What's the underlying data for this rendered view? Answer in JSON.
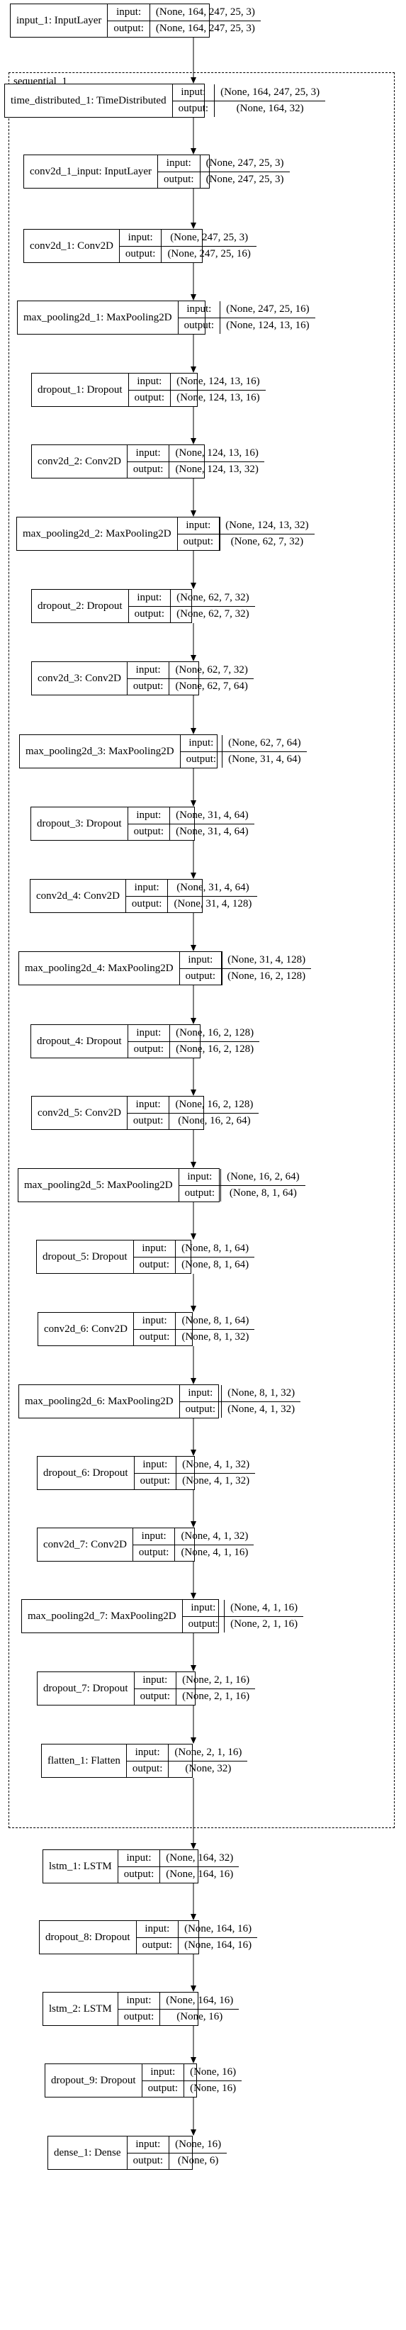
{
  "cluster_label": "sequential_1",
  "port_labels": {
    "input": "input:",
    "output": "output:"
  },
  "nodes": [
    {
      "name": "input_1: InputLayer",
      "input": "(None, 164, 247, 25, 3)",
      "output": "(None, 164, 247, 25, 3)"
    },
    {
      "name": "time_distributed_1: TimeDistributed",
      "input": "(None, 164, 247, 25, 3)",
      "output": "(None, 164, 32)"
    },
    {
      "name": "conv2d_1_input: InputLayer",
      "input": "(None, 247, 25, 3)",
      "output": "(None, 247, 25, 3)"
    },
    {
      "name": "conv2d_1: Conv2D",
      "input": "(None, 247, 25, 3)",
      "output": "(None, 247, 25, 16)"
    },
    {
      "name": "max_pooling2d_1: MaxPooling2D",
      "input": "(None, 247, 25, 16)",
      "output": "(None, 124, 13, 16)"
    },
    {
      "name": "dropout_1: Dropout",
      "input": "(None, 124, 13, 16)",
      "output": "(None, 124, 13, 16)"
    },
    {
      "name": "conv2d_2: Conv2D",
      "input": "(None, 124, 13, 16)",
      "output": "(None, 124, 13, 32)"
    },
    {
      "name": "max_pooling2d_2: MaxPooling2D",
      "input": "(None, 124, 13, 32)",
      "output": "(None, 62, 7, 32)"
    },
    {
      "name": "dropout_2: Dropout",
      "input": "(None, 62, 7, 32)",
      "output": "(None, 62, 7, 32)"
    },
    {
      "name": "conv2d_3: Conv2D",
      "input": "(None, 62, 7, 32)",
      "output": "(None, 62, 7, 64)"
    },
    {
      "name": "max_pooling2d_3: MaxPooling2D",
      "input": "(None, 62, 7, 64)",
      "output": "(None, 31, 4, 64)"
    },
    {
      "name": "dropout_3: Dropout",
      "input": "(None, 31, 4, 64)",
      "output": "(None, 31, 4, 64)"
    },
    {
      "name": "conv2d_4: Conv2D",
      "input": "(None, 31, 4, 64)",
      "output": "(None, 31, 4, 128)"
    },
    {
      "name": "max_pooling2d_4: MaxPooling2D",
      "input": "(None, 31, 4, 128)",
      "output": "(None, 16, 2, 128)"
    },
    {
      "name": "dropout_4: Dropout",
      "input": "(None, 16, 2, 128)",
      "output": "(None, 16, 2, 128)"
    },
    {
      "name": "conv2d_5: Conv2D",
      "input": "(None, 16, 2, 128)",
      "output": "(None, 16, 2, 64)"
    },
    {
      "name": "max_pooling2d_5: MaxPooling2D",
      "input": "(None, 16, 2, 64)",
      "output": "(None, 8, 1, 64)"
    },
    {
      "name": "dropout_5: Dropout",
      "input": "(None, 8, 1, 64)",
      "output": "(None, 8, 1, 64)"
    },
    {
      "name": "conv2d_6: Conv2D",
      "input": "(None, 8, 1, 64)",
      "output": "(None, 8, 1, 32)"
    },
    {
      "name": "max_pooling2d_6: MaxPooling2D",
      "input": "(None, 8, 1, 32)",
      "output": "(None, 4, 1, 32)"
    },
    {
      "name": "dropout_6: Dropout",
      "input": "(None, 4, 1, 32)",
      "output": "(None, 4, 1, 32)"
    },
    {
      "name": "conv2d_7: Conv2D",
      "input": "(None, 4, 1, 32)",
      "output": "(None, 4, 1, 16)"
    },
    {
      "name": "max_pooling2d_7: MaxPooling2D",
      "input": "(None, 4, 1, 16)",
      "output": "(None, 2, 1, 16)"
    },
    {
      "name": "dropout_7: Dropout",
      "input": "(None, 2, 1, 16)",
      "output": "(None, 2, 1, 16)"
    },
    {
      "name": "flatten_1: Flatten",
      "input": "(None, 2, 1, 16)",
      "output": "(None, 32)"
    },
    {
      "name": "lstm_1: LSTM",
      "input": "(None, 164, 32)",
      "output": "(None, 164, 16)"
    },
    {
      "name": "dropout_8: Dropout",
      "input": "(None, 164, 16)",
      "output": "(None, 164, 16)"
    },
    {
      "name": "lstm_2: LSTM",
      "input": "(None, 164, 16)",
      "output": "(None, 16)"
    },
    {
      "name": "dropout_9: Dropout",
      "input": "(None, 16)",
      "output": "(None, 16)"
    },
    {
      "name": "dense_1: Dense",
      "input": "(None, 16)",
      "output": "(None, 6)"
    }
  ]
}
